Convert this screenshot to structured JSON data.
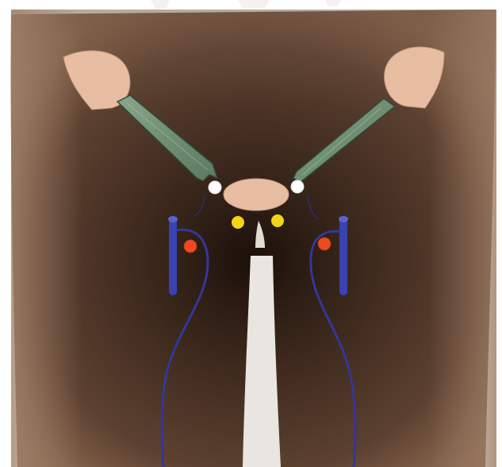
{
  "figure": {
    "background": "#ffffff",
    "colors": {
      "skin_light": "#8a6a50",
      "skin_mid": "#5c4130",
      "skin_dark": "#1c100a",
      "pad_fill": "#edc3a8",
      "lead_fill": "#6f8f73",
      "lead_stroke": "#33473a",
      "wire_blue": "#33379a",
      "rod_blue": "#3a42b0",
      "marker_white": "#ffffff",
      "marker_yellow": "#f3d418",
      "marker_red": "#ec4a22",
      "drape": "#e9e6e2",
      "probe": "#e2ddd4"
    },
    "icons": [
      "left-shoulder-pad",
      "right-shoulder-pad",
      "left-lead-strap",
      "right-lead-strap",
      "center-pad",
      "white-marker",
      "yellow-marker",
      "red-marker",
      "blue-rod",
      "blue-wire",
      "probe-tip",
      "drape-strip"
    ]
  }
}
